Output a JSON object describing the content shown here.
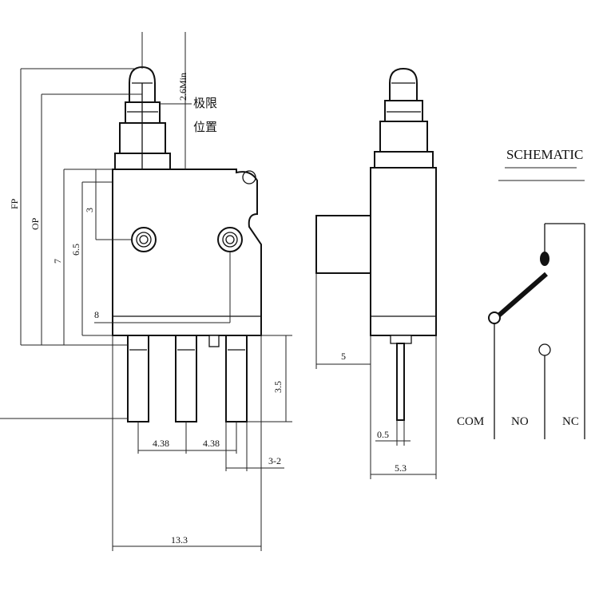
{
  "front_view": {
    "dims": {
      "fp": "FP",
      "op": "OP",
      "d7": "7",
      "d6_5": "6.5",
      "d3": "3",
      "d8": "8",
      "travel": "2.6Min",
      "limit_1": "极限",
      "limit_2": "位置",
      "pin_length": "3.5",
      "pitch_1": "4.38",
      "pitch_2": "4.38",
      "pin_width": "3-2",
      "total_width": "13.3"
    }
  },
  "side_view": {
    "dims": {
      "lever_len": "5",
      "pin_thk": "0.5",
      "body_thk": "5.3"
    }
  },
  "schematic": {
    "title": "SCHEMATIC",
    "com": "COM",
    "no": "NO",
    "nc": "NC"
  }
}
